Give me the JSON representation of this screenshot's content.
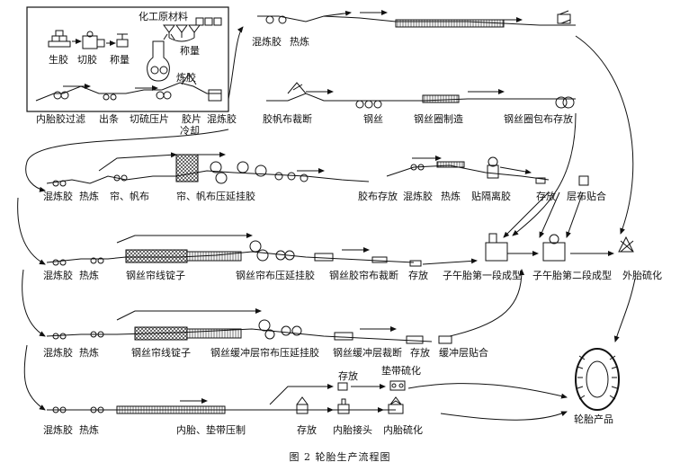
{
  "figure": {
    "caption": "图 2   轮胎生产流程图",
    "box_title": "化工原材料",
    "box_labels": {
      "raw_rubber": "生胶",
      "cut_rubber": "切胶",
      "weigh": "称量",
      "weigh2": "称量",
      "mixing": "炼胶"
    },
    "row_mixing": {
      "inner_tube_filter": "内胎胶过滤",
      "strip": "出条",
      "cut_press": "切硫压片",
      "sheet_cooling_1": "胶片",
      "sheet_cooling_2": "冷却",
      "compound": "混炼胶"
    },
    "row_top": {
      "compound": "混炼胶",
      "warm": "热炼"
    },
    "row_bead": {
      "cut_canvas": "胶帆布裁断",
      "steel_wire": "钢丝",
      "bead_making": "钢丝圈制造",
      "bead_wrap": "钢丝圈包布存放"
    },
    "row_cord": {
      "compound": "混炼胶",
      "warm": "热炼",
      "curtain": "帘、帆布",
      "calender": "帘、帆布压延挂胶",
      "store": "胶布存放",
      "compound2": "混炼胶",
      "warm2": "热炼",
      "liner": "贴隔离胶",
      "store2": "存放",
      "laminate": "层布贴合"
    },
    "row_steel": {
      "compound": "混炼胶",
      "warm": "热炼",
      "creel": "钢丝帘线锭子",
      "calender": "钢丝帘布压延挂胶",
      "cut": "钢丝胶帘布裁断",
      "store": "存放",
      "build1": "子午胎第一段成型",
      "build2": "子午胎第二段成型",
      "cure": "外胎硫化"
    },
    "row_buffer": {
      "compound": "混炼胶",
      "warm": "热炼",
      "creel": "钢丝帘线锭子",
      "calender": "钢丝缓冲层帘布压延挂胶",
      "cut": "钢丝缓冲层裁断",
      "store": "存放",
      "laminate": "缓冲层贴合"
    },
    "row_tube": {
      "compound": "混炼胶",
      "warm": "热炼",
      "extrude": "内胎、垫带压制",
      "store": "存放",
      "splice": "内胎接头",
      "cure": "内胎硫化",
      "store_top": "存放",
      "flap_cure": "垫带硫化"
    },
    "product": "轮胎产品"
  }
}
